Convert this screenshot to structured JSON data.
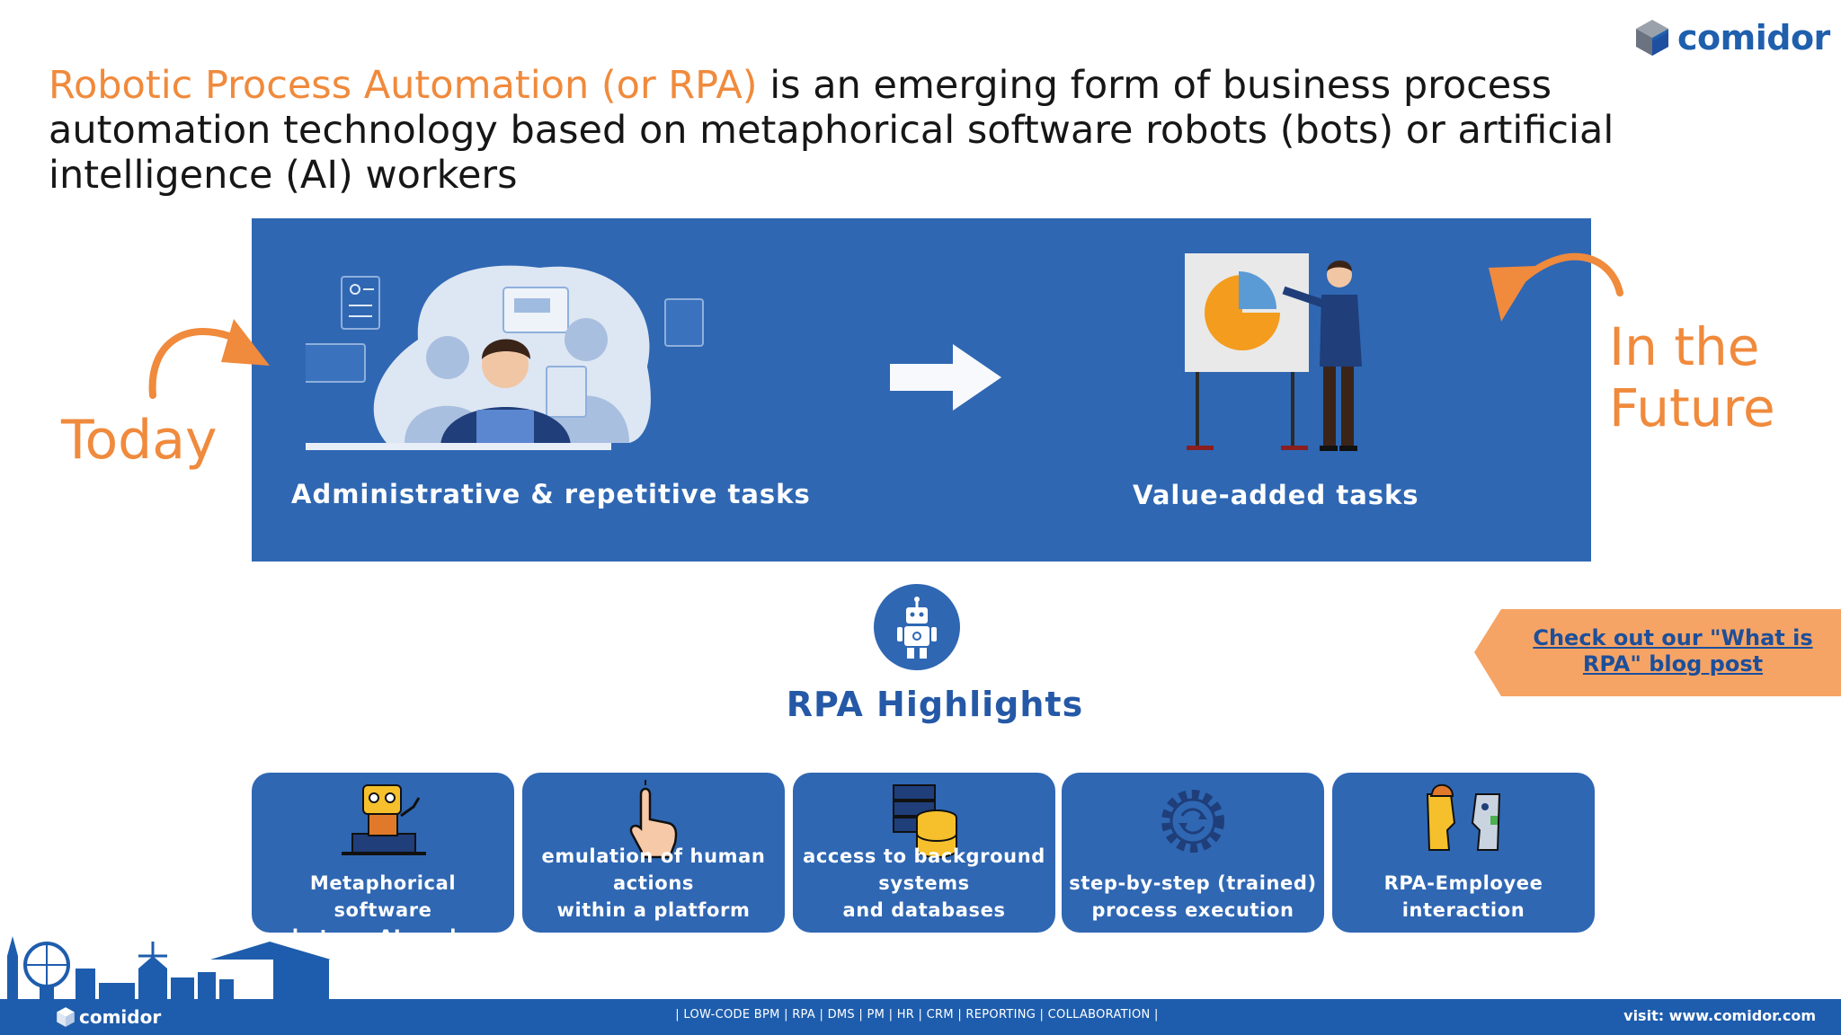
{
  "header": {
    "headline_accent": "Robotic Process Automation (or RPA)",
    "headline_rest": " is an emerging form of business process automation technology based on metaphorical software robots (bots) or artificial intelligence (AI) workers",
    "logo_text": "comidor"
  },
  "panel": {
    "today_label": "Today",
    "future_label": "In the\nFuture",
    "left_caption": "Administrative & repetitive tasks",
    "right_caption": "Value-added tasks"
  },
  "highlights": {
    "title": "RPA Highlights",
    "cards": [
      {
        "label": "Metaphorical software\nrobots or AI workers",
        "icon": "robot-worker-icon"
      },
      {
        "label": "emulation of human\nactions\nwithin a platform",
        "icon": "hand-pointer-icon"
      },
      {
        "label": "access to background\nsystems\nand databases",
        "icon": "database-icon"
      },
      {
        "label": "step-by-step (trained)\nprocess execution",
        "icon": "gear-cycle-icon"
      },
      {
        "label": "RPA-Employee\ninteraction",
        "icon": "human-robot-faces-icon"
      }
    ]
  },
  "cta": {
    "link_text": "Check out our \"What is RPA\" blog post"
  },
  "footer": {
    "logo_text": "comidor",
    "tagline": "| LOW-CODE BPM | RPA | DMS | PM | HR | CRM | REPORTING | COLLABORATION |",
    "visit": "visit: www.comidor.com"
  },
  "colors": {
    "brand_blue": "#2f67b3",
    "accent_orange": "#f08a3c",
    "footer_blue": "#1e5dad"
  }
}
